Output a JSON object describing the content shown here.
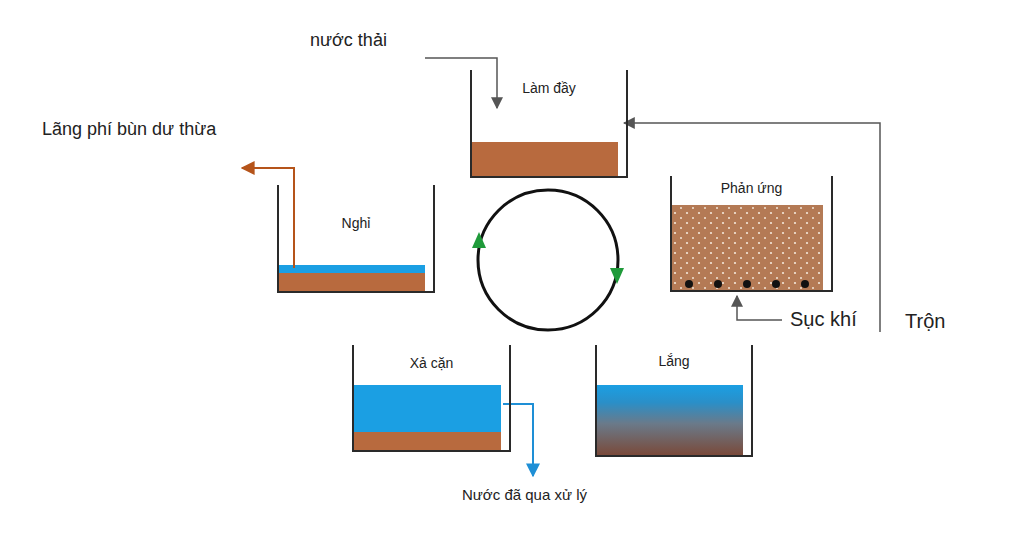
{
  "diagram": {
    "nodes": [
      {
        "text": [
          "Làm đầy"
        ]
      },
      {
        "text": [
          "Phản ứng"
        ]
      },
      {
        "text": [
          "Lắng"
        ]
      },
      {
        "text": [
          "Xả cặn"
        ]
      },
      {
        "text": [
          "Nghỉ"
        ]
      }
    ],
    "labels": [
      "nước thải",
      "Lãng phí bùn dư thừa",
      "Sục khí",
      "Trộn",
      "Nước đã qua xử lý"
    ]
  }
}
